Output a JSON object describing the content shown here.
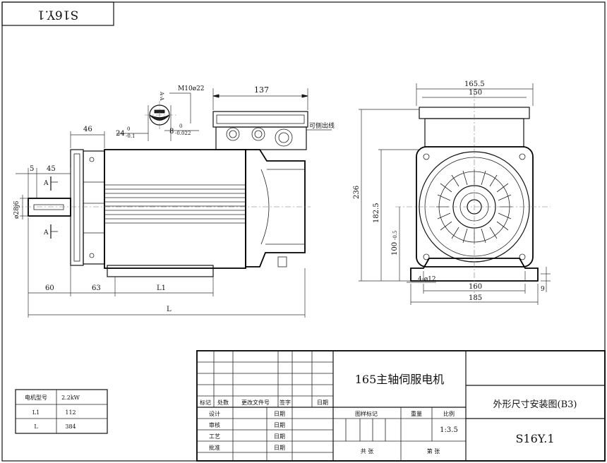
{
  "corner_code": "S16Y.1",
  "dimensions": {
    "top_137": "137",
    "m10": "M10ø22",
    "a_a": "A-A",
    "d46": "46",
    "d24": "24",
    "d24_tol": "0",
    "d24_tol2": "-0.1",
    "d8": "8",
    "d8_tol": "0",
    "d8_tol2": "-0.022",
    "d5": "5",
    "d45": "45",
    "shaft_dia": "ø28j6",
    "section_a": "A",
    "d60": "60",
    "d63": "63",
    "l1": "L1",
    "l": "L",
    "side_outlet": "可侧出线",
    "d165_5": "165.5",
    "d150": "150",
    "d236": "236",
    "d182_5": "182.5",
    "d100": "100",
    "d100_tol": "-0.5",
    "holes": "4-ø12",
    "d160": "160",
    "d185": "185",
    "d9": "9"
  },
  "spec_table": {
    "headers": [
      "电机型号",
      "2.2kW"
    ],
    "rows": [
      [
        "L1",
        "112"
      ],
      [
        "L",
        "384"
      ]
    ]
  },
  "title_block": {
    "product_name": "165主轴伺服电机",
    "drawing_title": "外形尺寸安装图(B3)",
    "drawing_number": "S16Y.1",
    "rev_headers": [
      "标记",
      "处数",
      "更改文件号",
      "签字",
      "日期"
    ],
    "sign_rows": [
      "设计",
      "审核",
      "工艺",
      "批准"
    ],
    "date_label": "日期",
    "mark_header": "图样标记",
    "weight_header": "重量",
    "scale_header": "比例",
    "scale_value": "1:3.5",
    "total_sheets": "共    张",
    "sheet_no": "第    张"
  }
}
